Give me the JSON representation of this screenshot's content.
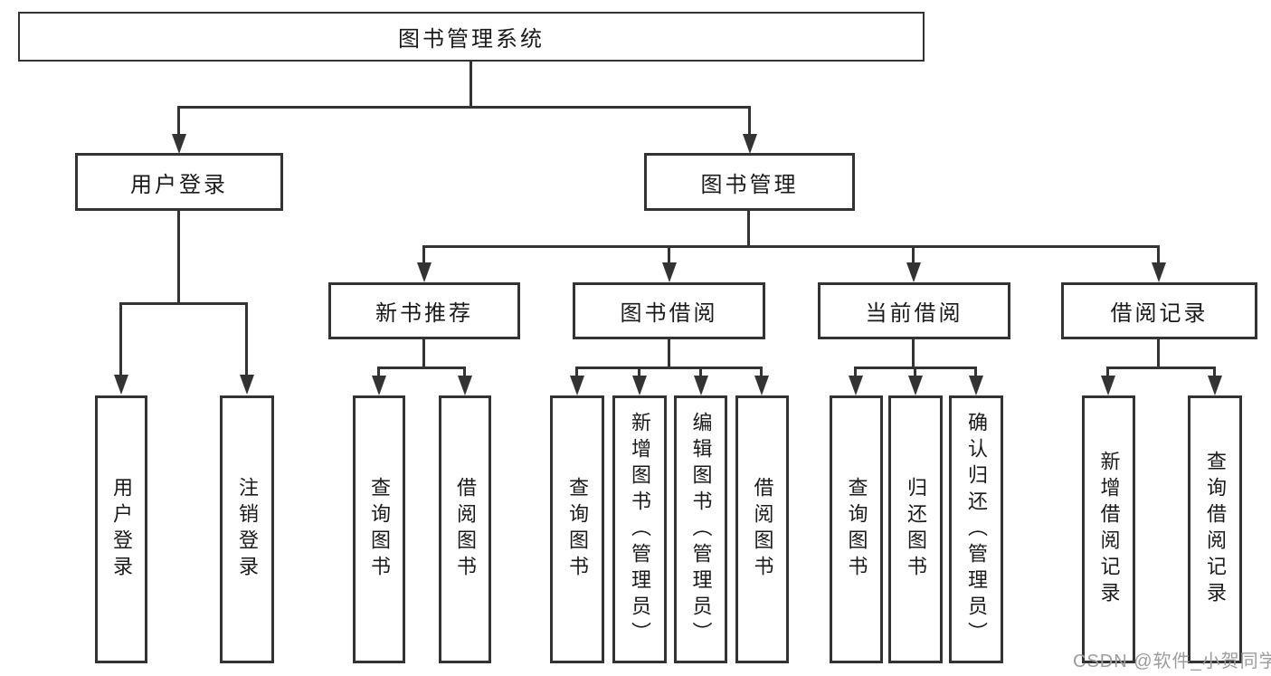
{
  "diagram": {
    "nodes": {
      "root": "图书管理系统",
      "user_login": "用户登录",
      "book_mgmt": "图书管理",
      "new_books": "新书推荐",
      "book_borrow": "图书借阅",
      "current_borrow": "当前借阅",
      "borrow_records": "借阅记录",
      "ul_login": "用户登录",
      "ul_logout": "注销登录",
      "nb_query": "查询图书",
      "nb_borrow": "借阅图书",
      "bb_query": "查询图书",
      "bb_add": "新增图书（管理员）",
      "bb_edit": "编辑图书（管理员）",
      "bb_borrow": "借阅图书",
      "cb_query": "查询图书",
      "cb_return": "归还图书",
      "cb_confirm": "确认归还（管理员）",
      "br_add": "新增借阅记录",
      "br_query": "查询借阅记录"
    },
    "structure": {
      "图书管理系统": [
        "用户登录",
        "图书管理"
      ],
      "用户登录": [
        "用户登录",
        "注销登录"
      ],
      "图书管理": [
        "新书推荐",
        "图书借阅",
        "当前借阅",
        "借阅记录"
      ],
      "新书推荐": [
        "查询图书",
        "借阅图书"
      ],
      "图书借阅": [
        "查询图书",
        "新增图书（管理员）",
        "编辑图书（管理员）",
        "借阅图书"
      ],
      "当前借阅": [
        "查询图书",
        "归还图书",
        "确认归还（管理员）"
      ],
      "借阅记录": [
        "新增借阅记录",
        "查询借阅记录"
      ]
    },
    "colors": {
      "line": "#333333",
      "text": "#1a1a1a",
      "watermark": "#9c9c9c",
      "background": "#ffffff"
    },
    "watermark": "CSDN @软件_小贺同学"
  }
}
